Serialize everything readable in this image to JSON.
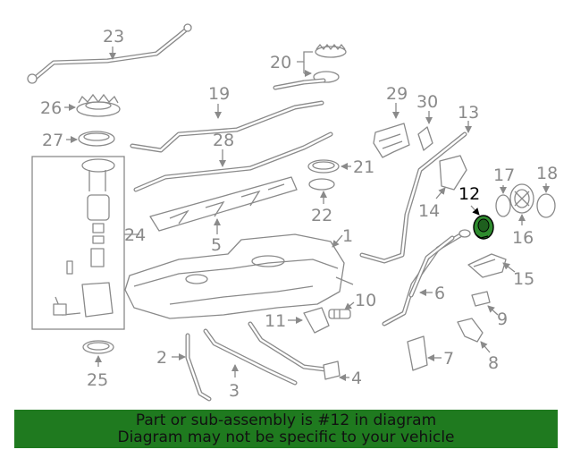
{
  "diagram": {
    "callouts": [
      "1",
      "2",
      "3",
      "4",
      "5",
      "6",
      "7",
      "8",
      "9",
      "10",
      "11",
      "12",
      "13",
      "14",
      "15",
      "16",
      "17",
      "18",
      "19",
      "20",
      "21",
      "22",
      "23",
      "24",
      "25",
      "26",
      "27",
      "28",
      "29",
      "30"
    ],
    "highlighted_part": "12",
    "highlight_color": "#2e8b2e",
    "line_color": "#8a8a8a"
  },
  "banner": {
    "line1": "Part or sub-assembly is #12 in diagram",
    "line2": "Diagram may not be specific to your vehicle",
    "background": "#1f7a1f"
  }
}
